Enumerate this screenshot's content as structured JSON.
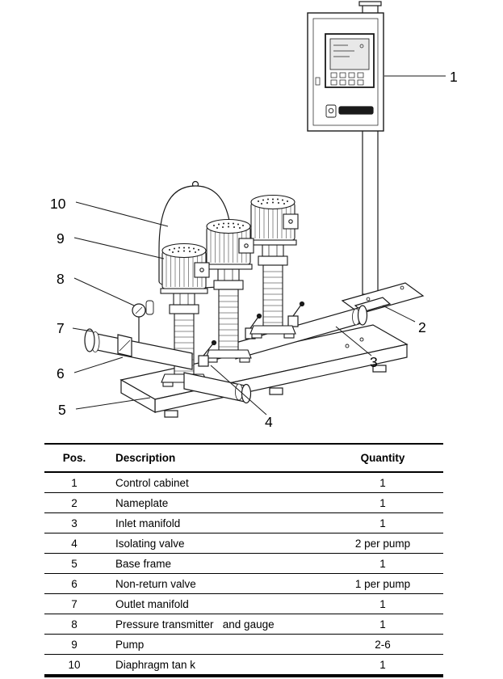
{
  "figure": {
    "callouts": [
      "1",
      "10",
      "9",
      "8",
      "7",
      "6",
      "5",
      "2",
      "3",
      "4"
    ]
  },
  "table": {
    "headers": [
      "Pos.",
      "Description",
      "Quantity"
    ],
    "rows": [
      [
        "1",
        "Control cabinet",
        "1"
      ],
      [
        "2",
        "Nameplate",
        "1"
      ],
      [
        "3",
        "Inlet manifold",
        "1"
      ],
      [
        "4",
        "Isolating valve",
        "2 per pump"
      ],
      [
        "5",
        "Base frame",
        "1"
      ],
      [
        "6",
        "Non-return valve",
        "1 per pump"
      ],
      [
        "7",
        "Outlet manifold",
        "1"
      ],
      [
        "8",
        "Pressure transmitter   and gauge",
        "1"
      ],
      [
        "9",
        "Pump",
        "2-6"
      ],
      [
        "10",
        "Diaphragm tan k",
        "1"
      ]
    ]
  }
}
